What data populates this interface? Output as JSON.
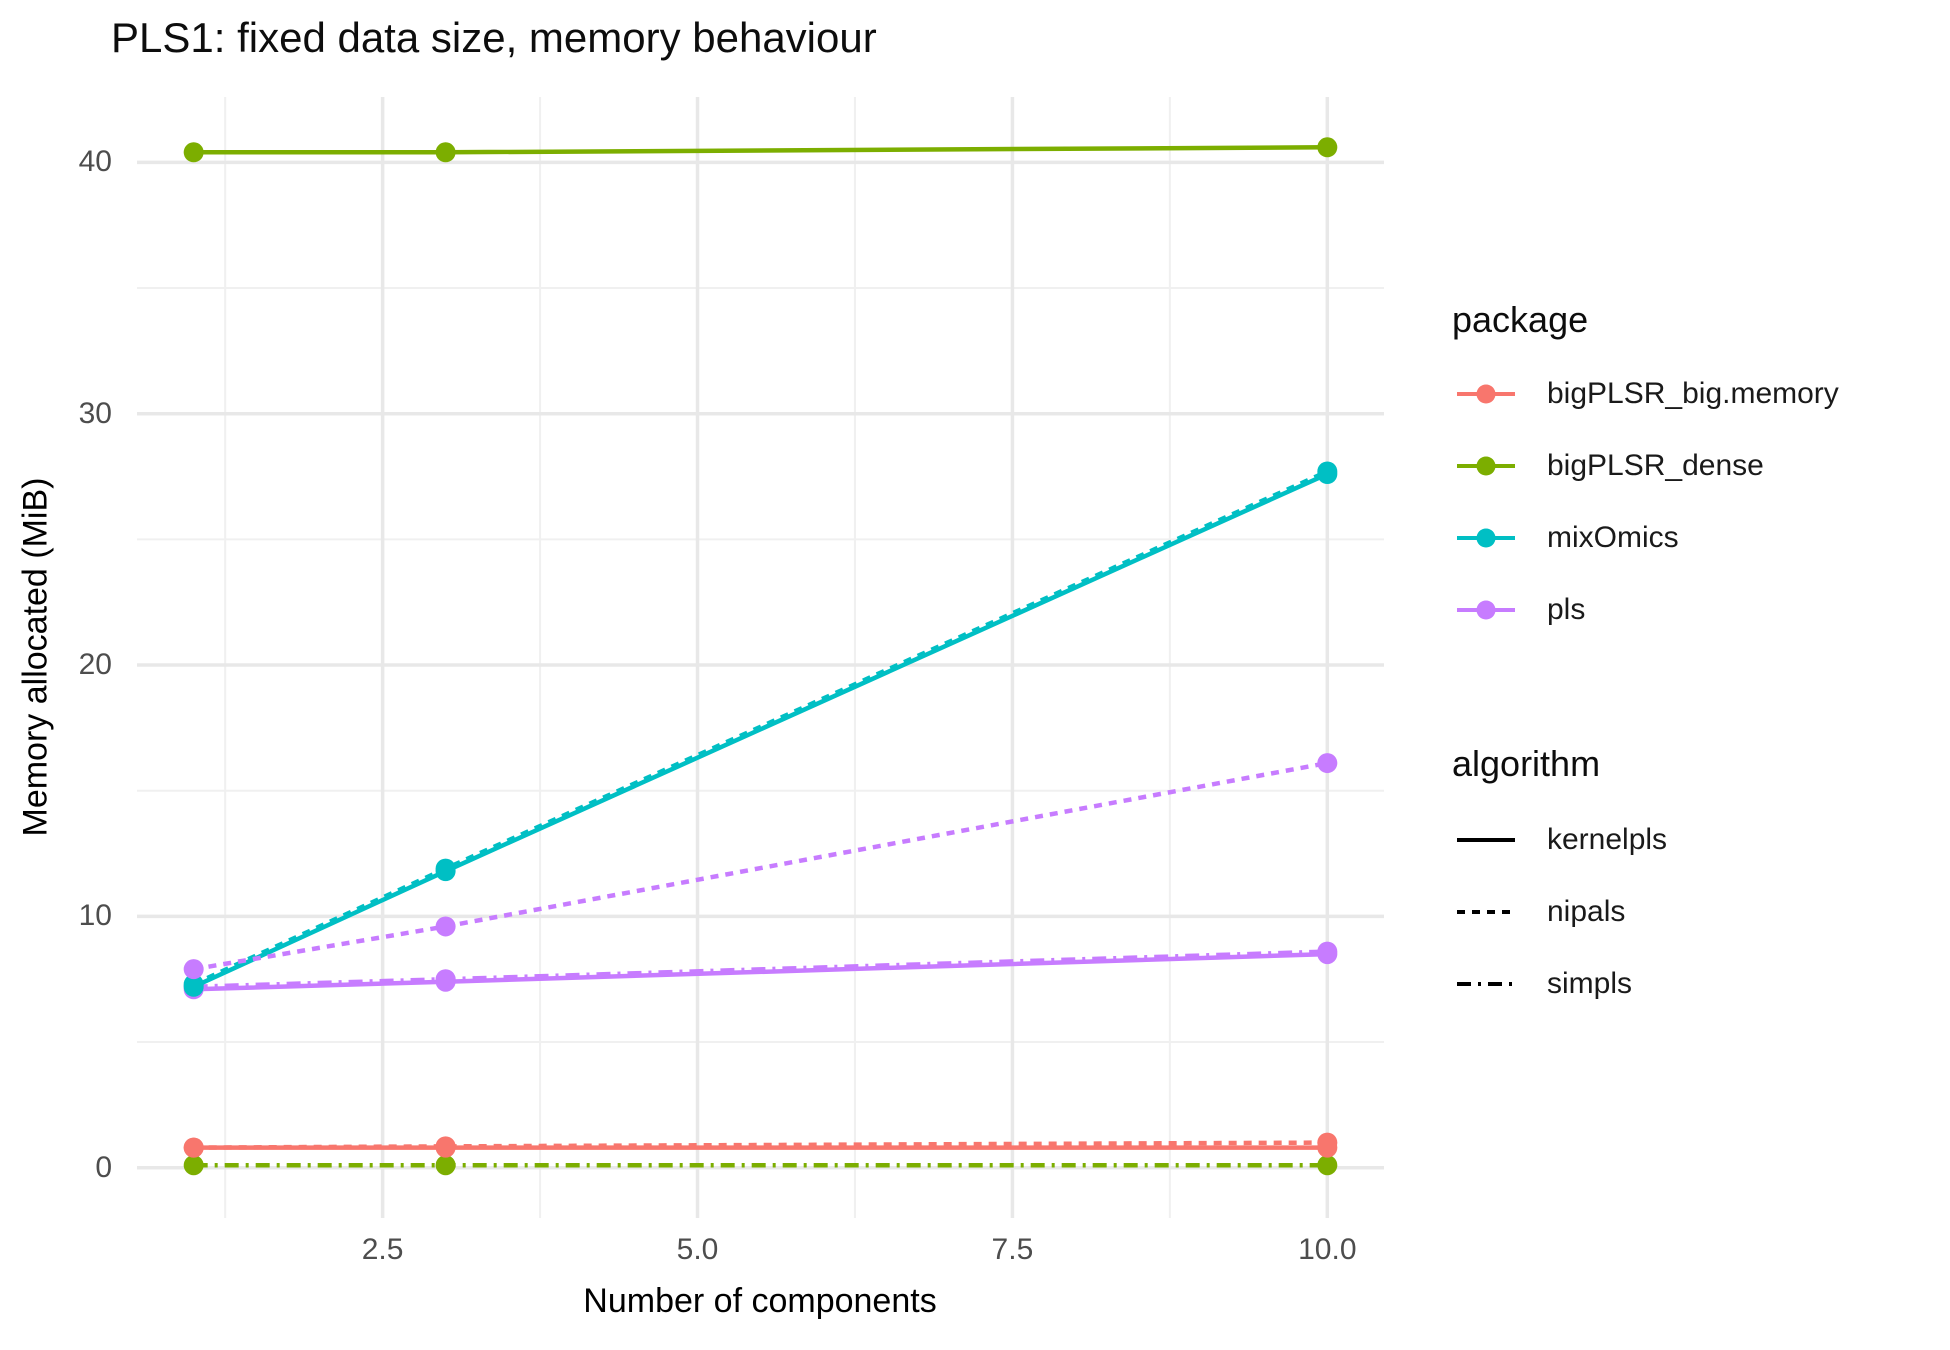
{
  "title": "PLS1: fixed data size, memory behaviour",
  "legends": {
    "package": {
      "title": "package",
      "items": [
        {
          "label": "bigPLSR_big.memory",
          "color": "#F8766D"
        },
        {
          "label": "bigPLSR_dense",
          "color": "#7CAE00"
        },
        {
          "label": "mixOmics",
          "color": "#00BFC4"
        },
        {
          "label": "pls",
          "color": "#C77CFF"
        }
      ]
    },
    "algorithm": {
      "title": "algorithm",
      "items": [
        {
          "label": "kernelpls",
          "dash": ""
        },
        {
          "label": "nipals",
          "dash": "8 7"
        },
        {
          "label": "simpls",
          "dash": "14 7 3 7"
        }
      ]
    }
  },
  "chart_data": {
    "type": "line",
    "title": "PLS1: fixed data size, memory behaviour",
    "xlabel": "Number of components",
    "ylabel": "Memory allocated (MiB)",
    "x": [
      1,
      3,
      10
    ],
    "series": [
      {
        "package": "bigPLSR_dense",
        "algorithm": "simpls",
        "values": [
          0.1,
          0.1,
          0.1
        ]
      },
      {
        "package": "bigPLSR_big.memory",
        "algorithm": "kernelpls",
        "values": [
          0.8,
          0.8,
          0.8
        ]
      },
      {
        "package": "bigPLSR_big.memory",
        "algorithm": "nipals",
        "values": [
          0.8,
          0.85,
          1.0
        ]
      },
      {
        "package": "pls",
        "algorithm": "kernelpls",
        "values": [
          7.1,
          7.4,
          8.5
        ]
      },
      {
        "package": "pls",
        "algorithm": "simpls",
        "values": [
          7.2,
          7.5,
          8.6
        ]
      },
      {
        "package": "mixOmics",
        "algorithm": "kernelpls",
        "values": [
          7.2,
          11.8,
          27.6
        ]
      },
      {
        "package": "mixOmics",
        "algorithm": "nipals",
        "values": [
          7.3,
          11.9,
          27.7
        ]
      },
      {
        "package": "pls",
        "algorithm": "nipals",
        "values": [
          7.9,
          9.6,
          16.1
        ]
      },
      {
        "package": "bigPLSR_dense",
        "algorithm": "kernelpls",
        "values": [
          40.4,
          40.4,
          40.6
        ]
      }
    ],
    "x_ticks": {
      "major": [
        2.5,
        5.0,
        7.5,
        10.0
      ],
      "labels": [
        "2.5",
        "5.0",
        "7.5",
        "10.0"
      ],
      "minor": [
        1.25,
        3.75,
        6.25,
        8.75
      ]
    },
    "y_ticks": {
      "major": [
        0,
        10,
        20,
        30,
        40
      ],
      "labels": [
        "0",
        "10",
        "20",
        "30",
        "40"
      ],
      "minor": [
        5,
        15,
        25,
        35
      ]
    },
    "xlim": [
      0.55,
      10.45
    ],
    "ylim": [
      -2,
      42.6
    ],
    "grid": "on",
    "legend_position": "right",
    "grid_major_color": "#e8e8e8",
    "grid_minor_color": "#f0f0f0"
  }
}
